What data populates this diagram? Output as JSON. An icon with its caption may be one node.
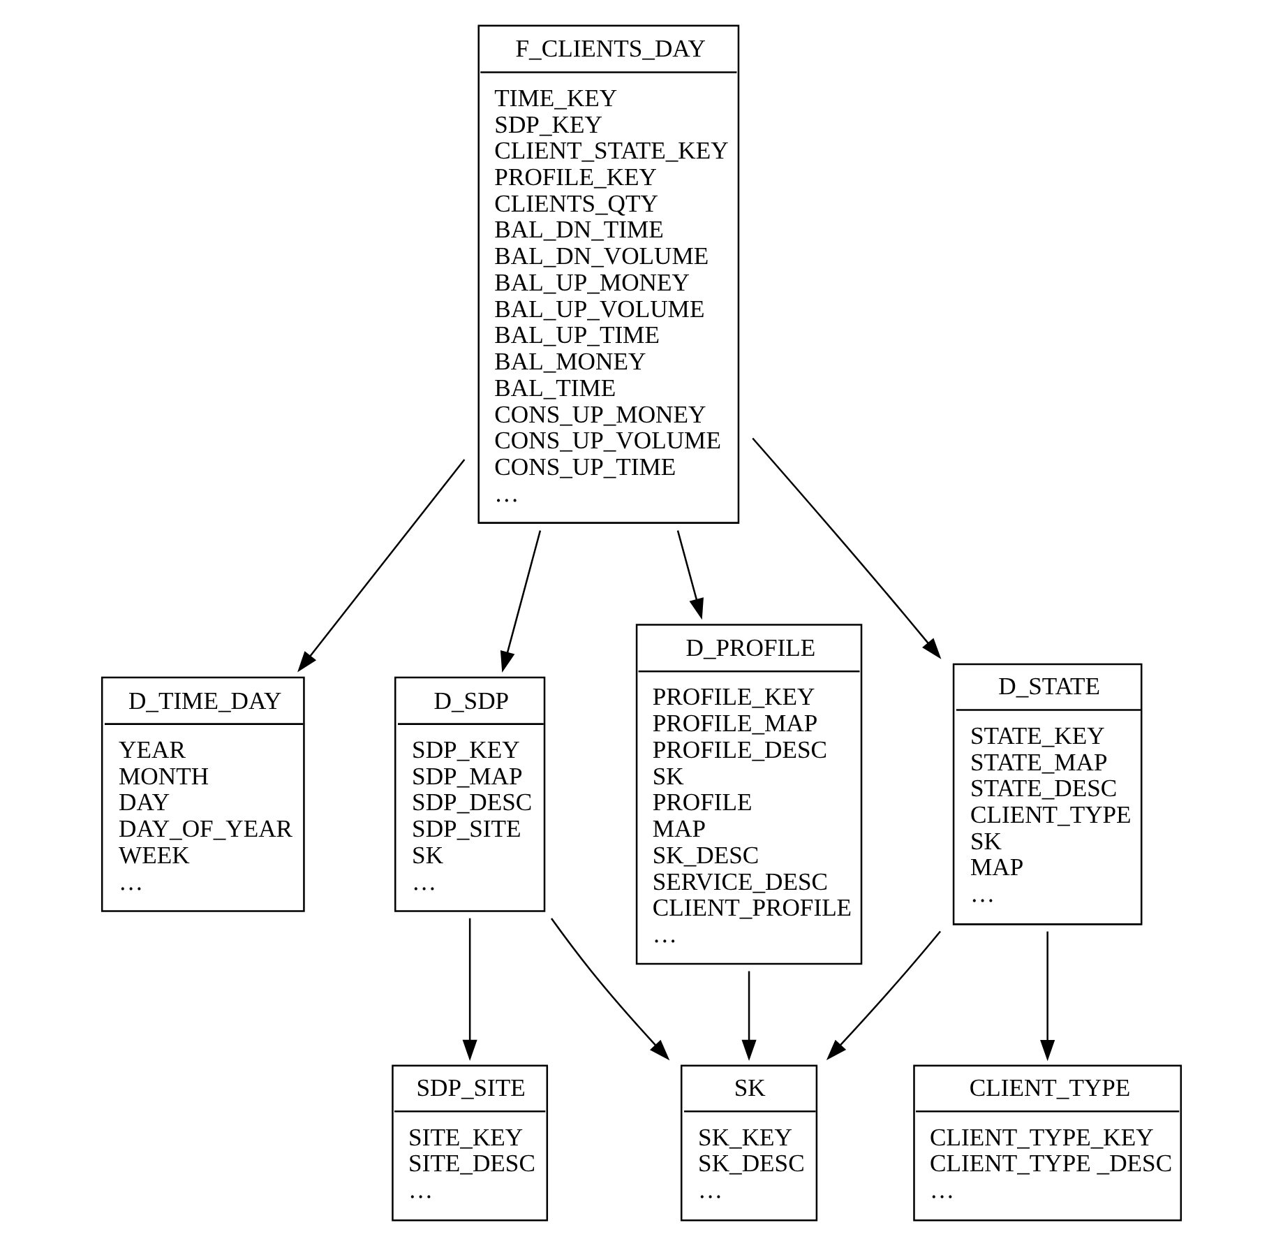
{
  "diagram": {
    "nodes": [
      {
        "text": [
          "D_TIME_DAY",
          "YEAR",
          "MONTH",
          "DAY",
          "DAY_OF_YEAR",
          "WEEK",
          "…"
        ]
      },
      {
        "text": [
          "F_CLIENTS_DAY",
          "TIME_KEY",
          "SDP_KEY",
          "CLIENT_STATE_KEY",
          "PROFILE_KEY",
          "CLIENTS_QTY",
          "BAL_DN_TIME",
          "BAL_DN_VOLUME",
          "BAL_UP_MONEY",
          "BAL_UP_VOLUME",
          "BAL_UP_TIME",
          "BAL_MONEY",
          "BAL_TIME",
          "CONS_UP_MONEY",
          "CONS_UP_VOLUME",
          "CONS_UP_TIME",
          "…"
        ]
      },
      {
        "text": [
          "SDP_SITE",
          "SITE_KEY",
          "SITE_DESC",
          "…"
        ]
      },
      {
        "text": [
          "D_SDP",
          "SDP_KEY",
          "SDP_MAP",
          "SDP_DESC",
          "SDP_SITE",
          "SK",
          "…"
        ]
      },
      {
        "text": [
          "D_STATE",
          "STATE_KEY",
          "STATE_MAP",
          "STATE_DESC",
          "CLIENT_TYPE",
          "SK",
          "MAP",
          "…"
        ]
      },
      {
        "text": [
          "D_PROFILE",
          "PROFILE_KEY",
          "PROFILE_MAP",
          "PROFILE_DESC",
          "SK",
          "PROFILE",
          "MAP",
          "SK_DESC",
          "SERVICE_DESC",
          "CLIENT_PROFILE",
          "…"
        ]
      },
      {
        "text": [
          "SK",
          "SK_KEY",
          "SK_DESC",
          "…"
        ]
      },
      {
        "text": [
          "CLIENT_TYPE",
          "CLIENT_TYPE_KEY",
          "CLIENT_TYPE _DESC",
          "…"
        ]
      }
    ],
    "edges": [
      {
        "from": 1,
        "to": 0,
        "arrow": "to"
      },
      {
        "from": 1,
        "to": 4,
        "arrow": "to"
      },
      {
        "from": 1,
        "to": 3,
        "arrow": "to"
      },
      {
        "from": 1,
        "to": 5,
        "arrow": "to"
      },
      {
        "from": 3,
        "to": 2,
        "arrow": "to"
      },
      {
        "from": 4,
        "to": 7,
        "arrow": "to"
      },
      {
        "from": 4,
        "to": 6,
        "arrow": "to"
      },
      {
        "from": 3,
        "to": 6,
        "arrow": "to"
      },
      {
        "from": 5,
        "to": 6,
        "arrow": "to"
      }
    ]
  }
}
